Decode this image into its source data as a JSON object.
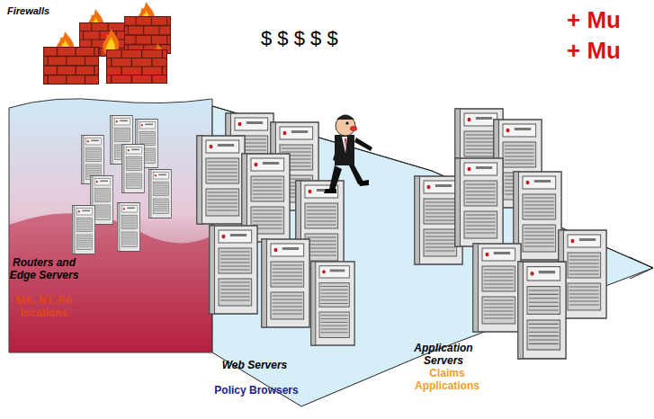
{
  "diagram": {
    "labels": [
      "Firewalls",
      "$ $ $ $ $",
      "+ Mu",
      "+ Mu",
      "Routers and Edge Servers",
      "MA. NY. PA locations",
      "Web Servers",
      "Policy Browsers",
      "Application Servers",
      "Claims Applications"
    ]
  }
}
